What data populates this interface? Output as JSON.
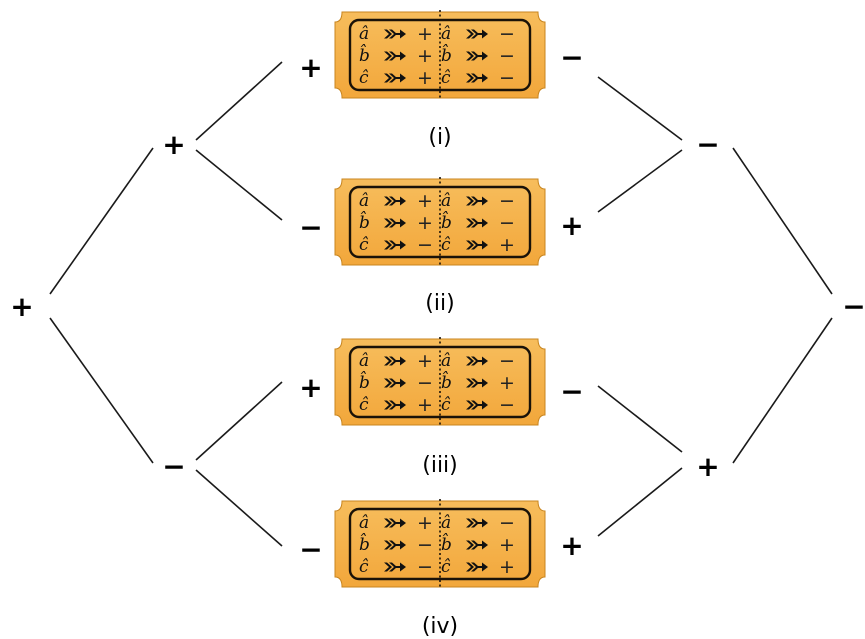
{
  "tree": {
    "root_left": "+",
    "root_right": "−",
    "left_mid": [
      "+",
      "−"
    ],
    "right_mid": [
      "−",
      "+"
    ],
    "ticket_left_signs": [
      "+",
      "−",
      "+",
      "−"
    ],
    "ticket_right_signs": [
      "−",
      "+",
      "−",
      "+"
    ]
  },
  "tickets": [
    {
      "label": "(i)",
      "left": [
        {
          "var": "â",
          "out": "+"
        },
        {
          "var": "b̂",
          "out": "+"
        },
        {
          "var": "ĉ",
          "out": "+"
        }
      ],
      "right": [
        {
          "var": "â",
          "out": "−"
        },
        {
          "var": "b̂",
          "out": "−"
        },
        {
          "var": "ĉ",
          "out": "−"
        }
      ]
    },
    {
      "label": "(ii)",
      "left": [
        {
          "var": "â",
          "out": "+"
        },
        {
          "var": "b̂",
          "out": "+"
        },
        {
          "var": "ĉ",
          "out": "−"
        }
      ],
      "right": [
        {
          "var": "â",
          "out": "−"
        },
        {
          "var": "b̂",
          "out": "−"
        },
        {
          "var": "ĉ",
          "out": "+"
        }
      ]
    },
    {
      "label": "(iii)",
      "left": [
        {
          "var": "â",
          "out": "+"
        },
        {
          "var": "b̂",
          "out": "−"
        },
        {
          "var": "ĉ",
          "out": "+"
        }
      ],
      "right": [
        {
          "var": "â",
          "out": "−"
        },
        {
          "var": "b̂",
          "out": "+"
        },
        {
          "var": "ĉ",
          "out": "−"
        }
      ]
    },
    {
      "label": "(iv)",
      "left": [
        {
          "var": "â",
          "out": "+"
        },
        {
          "var": "b̂",
          "out": "−"
        },
        {
          "var": "ĉ",
          "out": "−"
        }
      ],
      "right": [
        {
          "var": "â",
          "out": "−"
        },
        {
          "var": "b̂",
          "out": "+"
        },
        {
          "var": "ĉ",
          "out": "+"
        }
      ]
    }
  ],
  "colors": {
    "ticket_fill": "#f2a73b",
    "ticket_fill_light": "#f7bd5c",
    "ticket_border": "#1a1208",
    "line": "#1a1a1a"
  },
  "icons": {
    "arrow": "feathered-arrow-icon"
  }
}
